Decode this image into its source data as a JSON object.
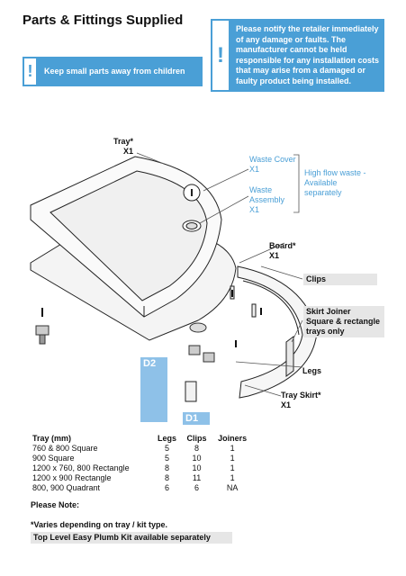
{
  "title": "Parts & Fittings Supplied",
  "warnings": {
    "small_parts": "Keep small parts away from children",
    "damage": "Please notify the retailer immediately of any damage or faults. The manufacturer cannot be held responsible for any installation costs that may arise from a damaged or faulty product being installed.",
    "icon": "!"
  },
  "labels": {
    "tray": "Tray*\nX1",
    "waste_cover": "Waste Cover\nX1",
    "waste_assembly": "Waste\nAssembly\nX1",
    "high_flow": "High flow waste -\nAvailable\nseparately",
    "board": "Board*\nX1",
    "clips": "Clips",
    "skirt_joiner": "Skirt Joiner\nSquare & rectangle\ntrays only",
    "legs": "Legs",
    "tray_skirt": "Tray Skirt*\nX1",
    "d1": "D1",
    "d2": "D2"
  },
  "table": {
    "headers": [
      "Tray (mm)",
      "Legs",
      "Clips",
      "Joiners"
    ],
    "rows": [
      [
        "760 & 800 Square",
        "5",
        "8",
        "1"
      ],
      [
        "900 Square",
        "5",
        "10",
        "1"
      ],
      [
        "1200 x 760, 800 Rectangle",
        "8",
        "10",
        "1"
      ],
      [
        "1200 x 900 Rectangle",
        "8",
        "11",
        "1"
      ],
      [
        "800, 900 Quadrant",
        "6",
        "6",
        "NA"
      ]
    ]
  },
  "notes": {
    "heading": "Please Note:",
    "varies": "*Varies depending on tray / kit type.",
    "kit": "Top Level Easy Plumb Kit available separately"
  },
  "colors": {
    "accent": "#4a9fd6",
    "tag": "#8ec1e8",
    "shade": "#e6e6e6"
  }
}
